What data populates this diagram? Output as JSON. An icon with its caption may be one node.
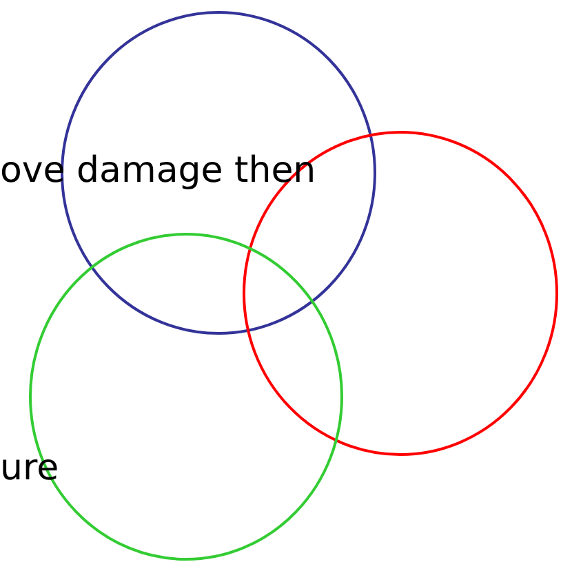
{
  "diagram": {
    "nodes": [
      {
        "text": [],
        "shape": "circle"
      },
      {
        "text": [],
        "shape": "circle"
      },
      {
        "text": [],
        "shape": "circle"
      }
    ],
    "labels": [
      "ove damage then",
      "ure"
    ]
  }
}
